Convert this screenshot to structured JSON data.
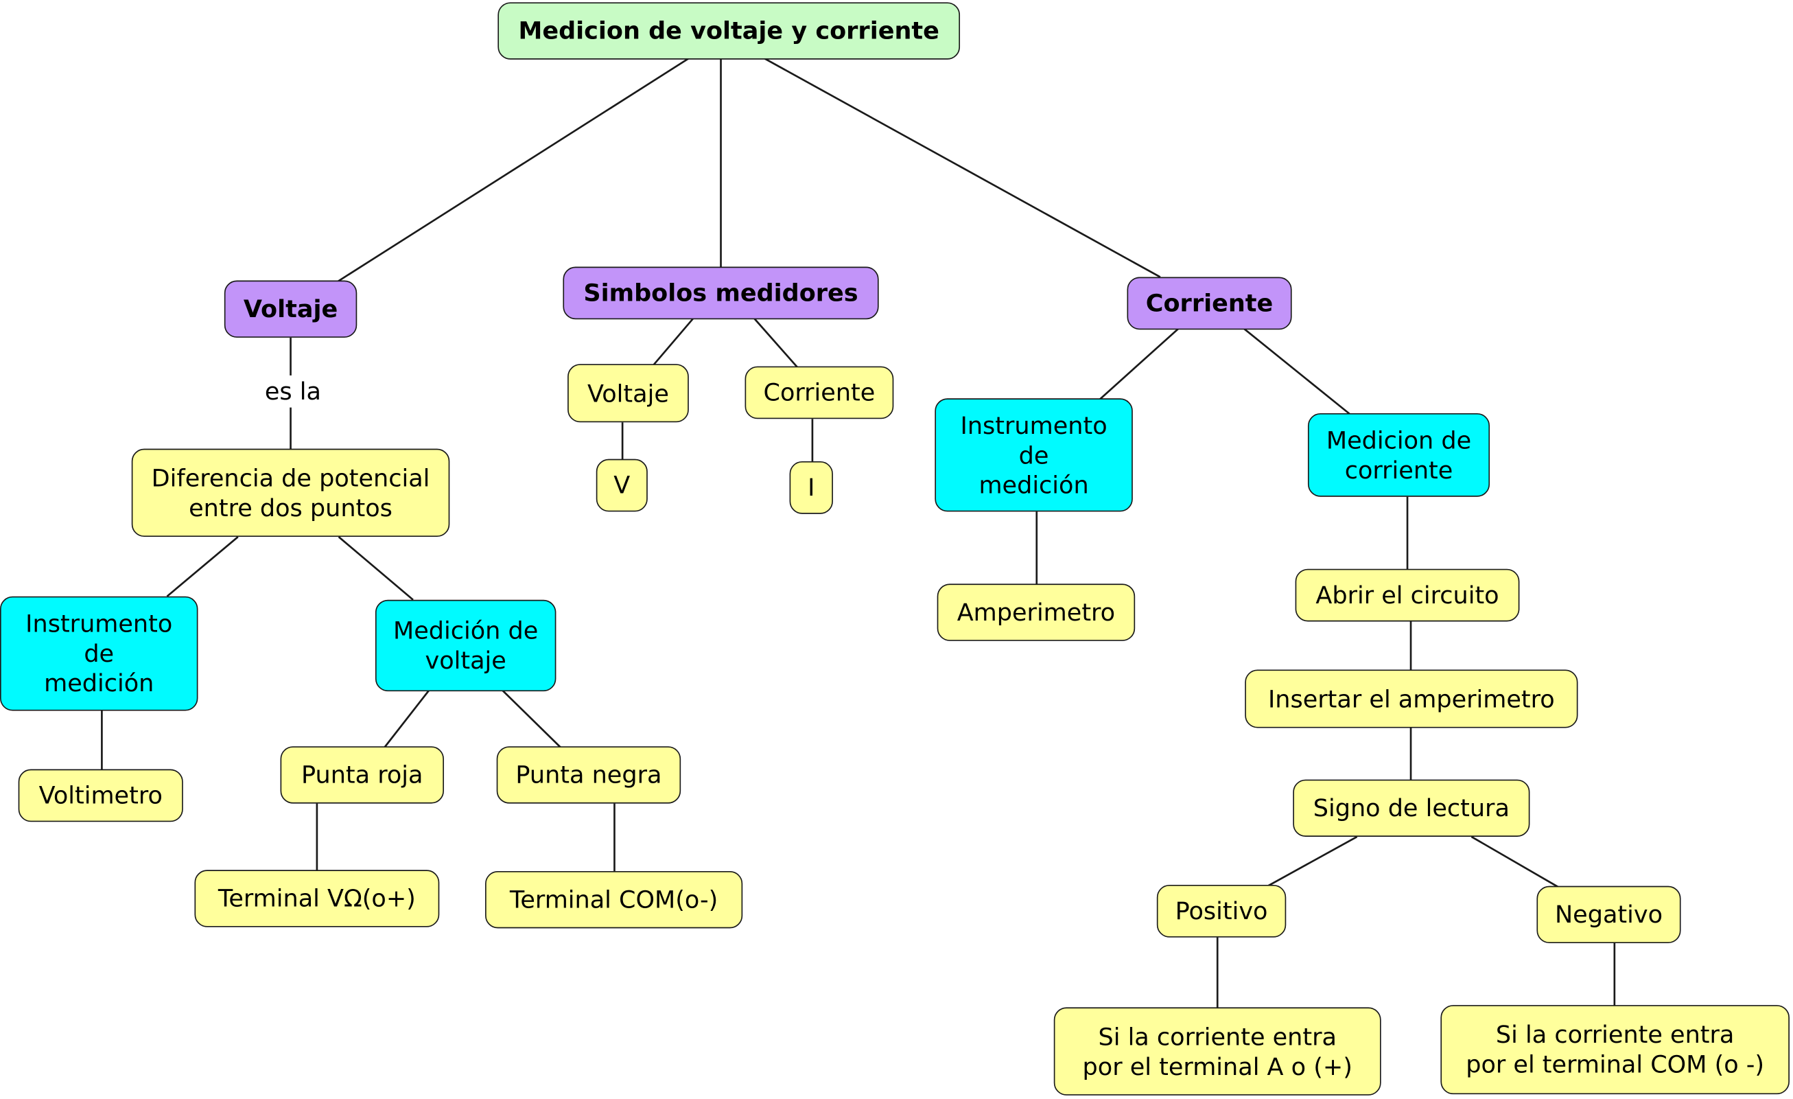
{
  "title": "Medicion de voltaje y corriente",
  "colors": {
    "root": "#c8fbc5",
    "category": "#c294f9",
    "concept": "#00fbff",
    "detail": "#ffff9c",
    "line": "#1a1a1a"
  },
  "nodes": {
    "root": "Medicion de voltaje y corriente",
    "voltaje": "Voltaje",
    "simbolos": "Simbolos medidores",
    "corriente": "Corriente",
    "sim_voltaje": "Voltaje",
    "sim_corriente": "Corriente",
    "sim_v": "V",
    "sim_i": "I",
    "diferencia": "Diferencia de potencial\nentre dos puntos",
    "instr_v": "Instrumento\nde\nmedición",
    "medicion_v": "Medición de\nvoltaje",
    "voltimetro": "Voltimetro",
    "punta_roja": "Punta roja",
    "punta_negra": "Punta negra",
    "terminal_vo": "Terminal VΩ(o+)",
    "terminal_com": "Terminal COM(o-)",
    "instr_c": "Instrumento\nde\nmedición",
    "amperimetro": "Amperimetro",
    "medicion_c": "Medicion de\ncorriente",
    "abrir": "Abrir el circuito",
    "insertar": "Insertar el amperimetro",
    "signo": "Signo de lectura",
    "positivo": "Positivo",
    "negativo": "Negativo",
    "si_pos": "Si la corriente entra\npor el terminal A o (+)",
    "si_neg": "Si la corriente entra\npor el terminal COM (o -)"
  },
  "link_labels": {
    "es_la": "es la"
  }
}
